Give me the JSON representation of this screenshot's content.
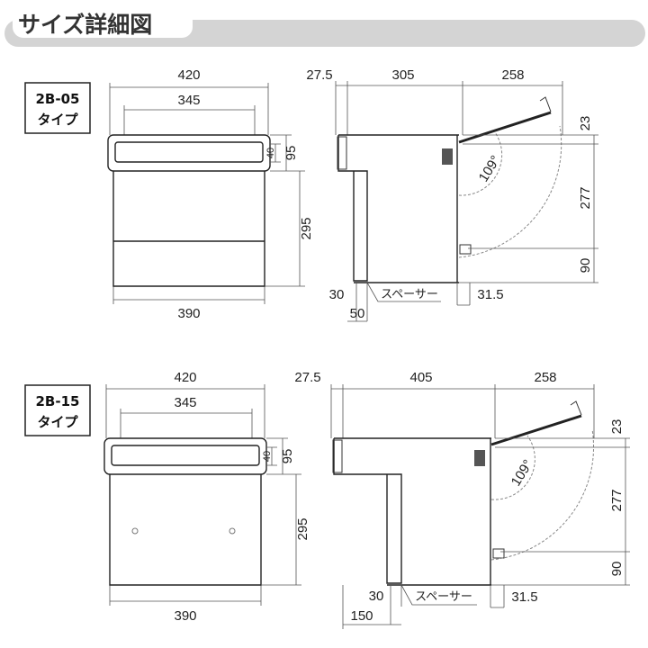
{
  "title": "サイズ詳細図",
  "models": [
    {
      "name": "2B-05",
      "suffix": "タイプ",
      "front": {
        "width_outer": "420",
        "width_slot": "345",
        "width_body": "390",
        "h_slot": "40",
        "h_lid": "95",
        "h_body": "295"
      },
      "side": {
        "d_front": "27.5",
        "d_body": "305",
        "d_door": "258",
        "h_top": "23",
        "h_door": "277",
        "h_bottom": "90",
        "spacer_t": "30",
        "spacer_w": "50",
        "spacer_label": "スペーサー",
        "hinge": "31.5",
        "angle": "109°"
      }
    },
    {
      "name": "2B-15",
      "suffix": "タイプ",
      "front": {
        "width_outer": "420",
        "width_slot": "345",
        "width_body": "390",
        "h_slot": "40",
        "h_lid": "95",
        "h_body": "295"
      },
      "side": {
        "d_front": "27.5",
        "d_body": "405",
        "d_door": "258",
        "h_top": "23",
        "h_door": "277",
        "h_bottom": "90",
        "spacer_t": "30",
        "spacer_w": "150",
        "spacer_label": "スペーサー",
        "hinge": "31.5",
        "angle": "109°"
      }
    }
  ]
}
